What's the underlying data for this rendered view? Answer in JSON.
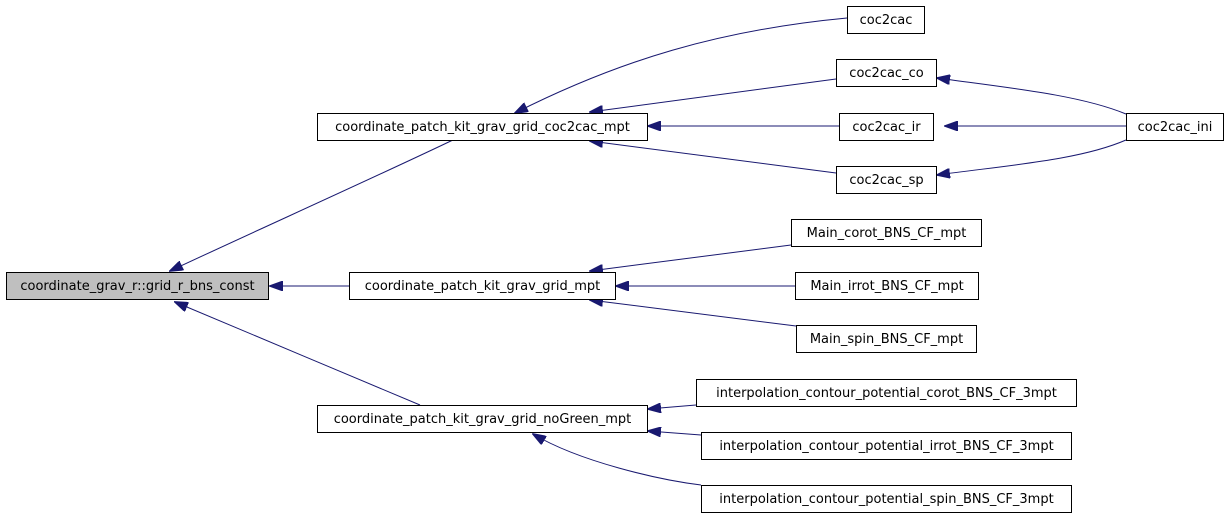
{
  "colors": {
    "edge": "#191970",
    "node_border": "#000000",
    "root_fill": "#bfbfbf",
    "node_fill": "#ffffff"
  },
  "nodes": {
    "root": "coordinate_grav_r::grid_r_bns_const",
    "coc2cac_mpt": "coordinate_patch_kit_grav_grid_coc2cac_mpt",
    "grid_mpt": "coordinate_patch_kit_grav_grid_mpt",
    "nogreen_mpt": "coordinate_patch_kit_grav_grid_noGreen_mpt",
    "coc2cac": "coc2cac",
    "coc2cac_co": "coc2cac_co",
    "coc2cac_ir": "coc2cac_ir",
    "coc2cac_sp": "coc2cac_sp",
    "coc2cac_ini": "coc2cac_ini",
    "main_corot": "Main_corot_BNS_CF_mpt",
    "main_irrot": "Main_irrot_BNS_CF_mpt",
    "main_spin": "Main_spin_BNS_CF_mpt",
    "interp_corot": "interpolation_contour_potential_corot_BNS_CF_3mpt",
    "interp_irrot": "interpolation_contour_potential_irrot_BNS_CF_3mpt",
    "interp_spin": "interpolation_contour_potential_spin_BNS_CF_3mpt"
  }
}
